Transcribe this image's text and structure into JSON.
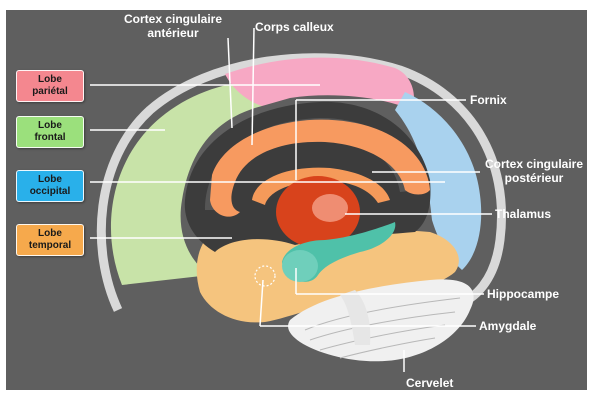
{
  "colors": {
    "background": "#5f5f5f",
    "parietal": "#f7a8c4",
    "frontal": "#c8e3a8",
    "occipital": "#a9d2ee",
    "temporal": "#f5c47e",
    "corps_calleux": "#f79a60",
    "thalamus": "#d8431c",
    "hippocampe": "#4fc1a9",
    "cervelet": "#f0f0f0",
    "inner_dark": "#3c3c3c",
    "skull": "#d8d8d8"
  },
  "lobes": {
    "parietal": {
      "line1": "Lobe",
      "line2": "pariétal",
      "color": "#f4878f"
    },
    "frontal": {
      "line1": "Lobe",
      "line2": "frontal",
      "color": "#9be07c"
    },
    "occipital": {
      "line1": "Lobe",
      "line2": "occipital",
      "color": "#29b0ea"
    },
    "temporal": {
      "line1": "Lobe",
      "line2": "temporal",
      "color": "#f6a94c"
    }
  },
  "labels": {
    "cortex_cingulaire_anterieur": [
      "Cortex cingulaire",
      "antérieur"
    ],
    "corps_calleux": "Corps calleux",
    "fornix": "Fornix",
    "cortex_cingulaire_posterieur": [
      "Cortex cingulaire",
      "postérieur"
    ],
    "thalamus": "Thalamus",
    "hippocampe": "Hippocampe",
    "amygdale": "Amygdale",
    "cervelet": "Cervelet"
  }
}
